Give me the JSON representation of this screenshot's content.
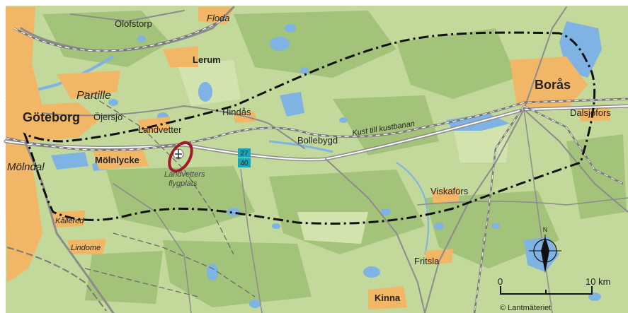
{
  "map": {
    "labels": {
      "goteborg": "Göteborg",
      "boras": "Borås",
      "lerum": "Lerum",
      "olofstorp": "Olofstorp",
      "floda": "Floda",
      "partille": "Partille",
      "ojersjo": "Öjersjö",
      "landvetter": "Landvetter",
      "hindas": "Hindås",
      "bollebygd": "Bollebygd",
      "monlycke": "Mölnlycke",
      "molndal": "Mölndal",
      "kallered": "Kållered",
      "lindome": "Lindome",
      "viskafors": "Viskafors",
      "fritsla": "Fritsla",
      "kinna": "Kinna",
      "dalsjofors": "Dalsjöfors",
      "airport_line1": "Landvetters",
      "airport_line2": "flygplats",
      "railway": "Kust till kustbanan"
    },
    "road_shields": [
      "27",
      "40"
    ],
    "compass_letter": "N",
    "scale": {
      "start": "0",
      "end": "10 km"
    },
    "copyright": "© Lantmäteriet",
    "colors": {
      "land": "#c3d99b",
      "forest": "#9fbe74",
      "water": "#7fb3e3",
      "urban": "#f2b667",
      "road": "#8c8c8c",
      "boundary": "#111111",
      "airport_ring": "#a01a2a",
      "shield": "#1ca3b5"
    }
  }
}
